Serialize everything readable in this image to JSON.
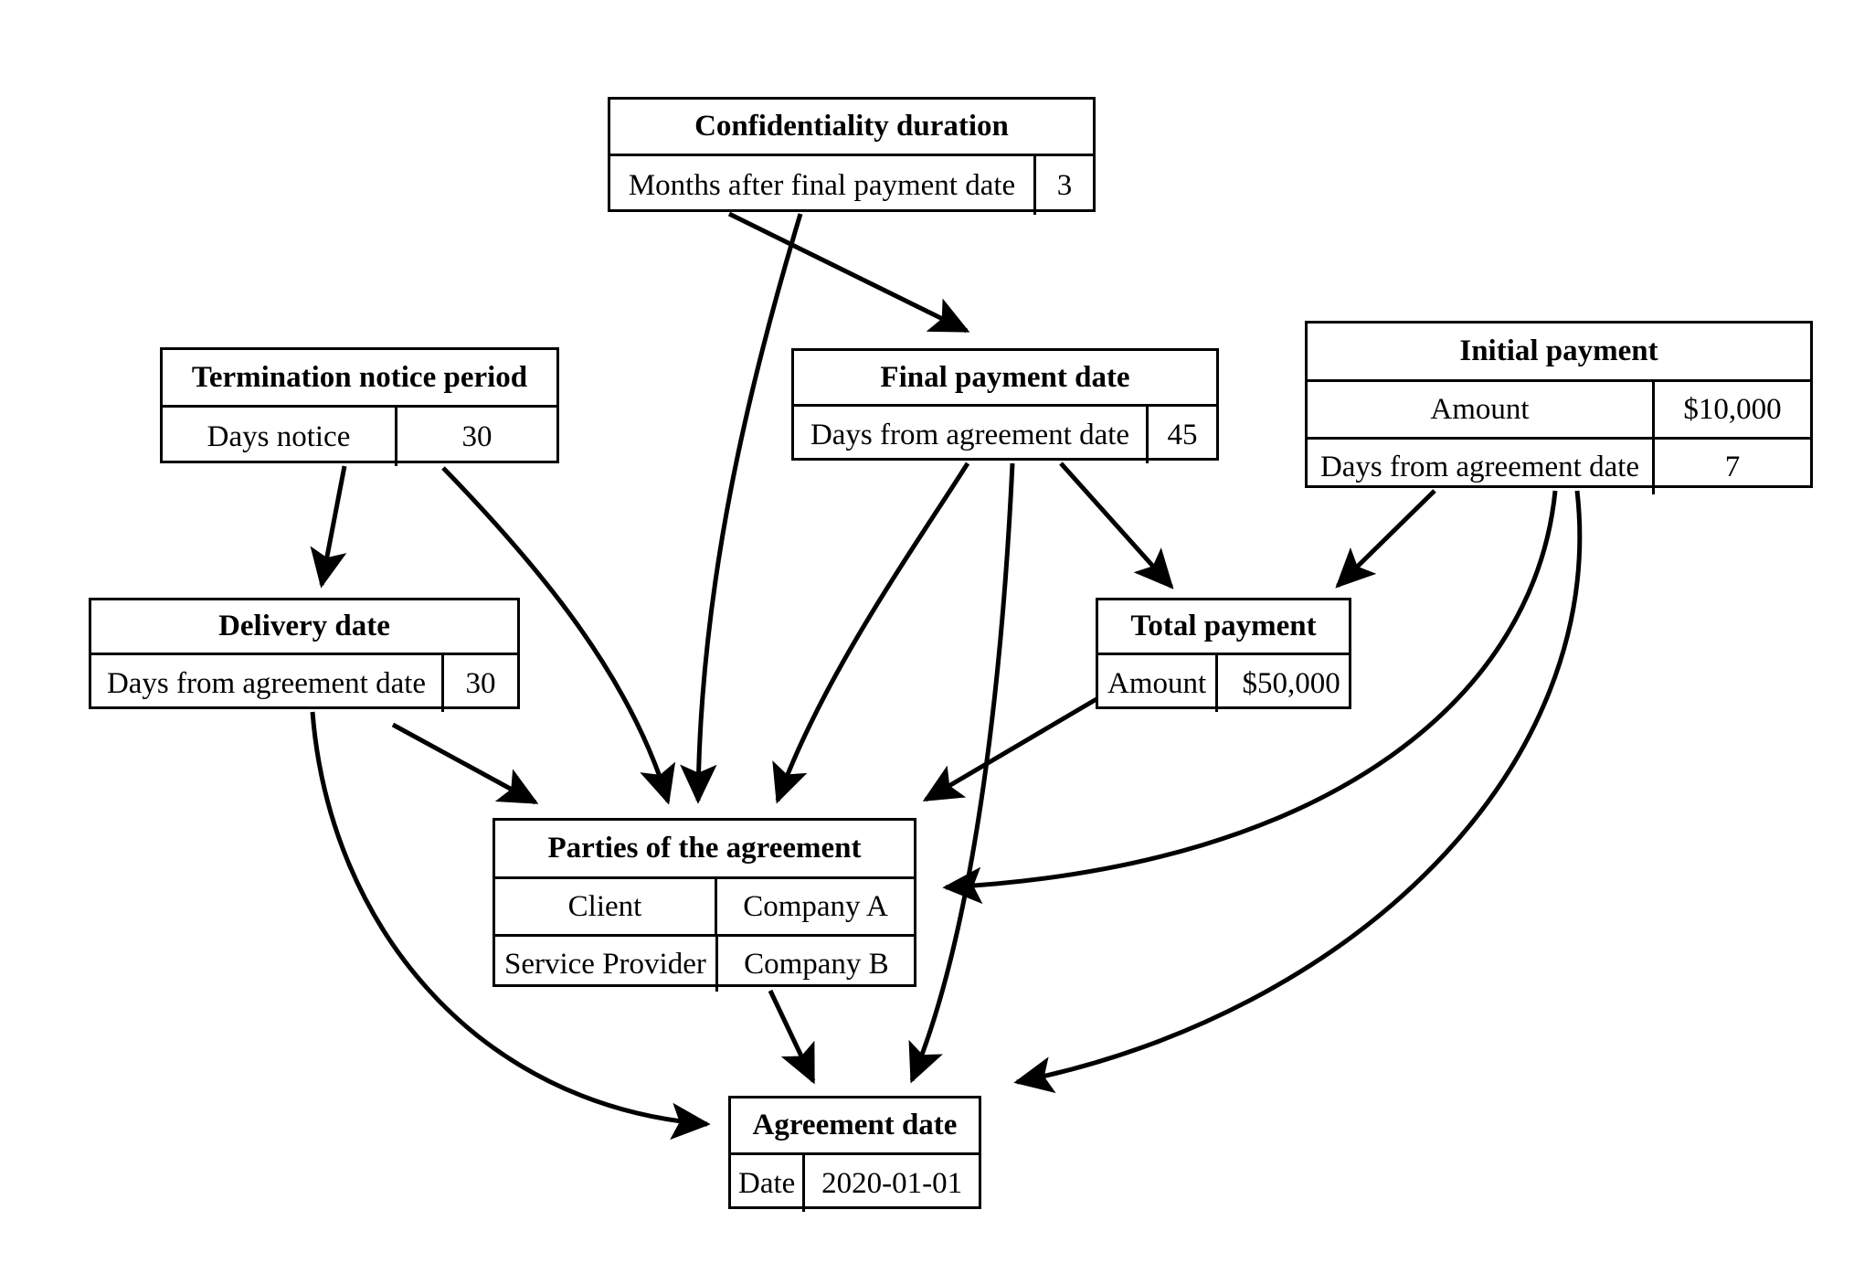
{
  "diagram": {
    "type": "entity-relationship-flow",
    "background": "#ffffff",
    "stroke": "#000000",
    "nodes": [
      {
        "id": "confidentiality-duration",
        "title": "Confidentiality duration",
        "rows": [
          {
            "key": "Months after final payment date",
            "value": "3"
          }
        ]
      },
      {
        "id": "termination-notice-period",
        "title": "Termination notice period",
        "rows": [
          {
            "key": "Days notice",
            "value": "30"
          }
        ]
      },
      {
        "id": "final-payment-date",
        "title": "Final payment date",
        "rows": [
          {
            "key": "Days from agreement date",
            "value": "45"
          }
        ]
      },
      {
        "id": "initial-payment",
        "title": "Initial payment",
        "rows": [
          {
            "key": "Amount",
            "value": "$10,000"
          },
          {
            "key": "Days from agreement date",
            "value": "7"
          }
        ]
      },
      {
        "id": "delivery-date",
        "title": "Delivery date",
        "rows": [
          {
            "key": "Days from agreement date",
            "value": "30"
          }
        ]
      },
      {
        "id": "total-payment",
        "title": "Total payment",
        "rows": [
          {
            "key": "Amount",
            "value": "$50,000"
          }
        ]
      },
      {
        "id": "parties-of-the-agreement",
        "title": "Parties of the agreement",
        "rows": [
          {
            "key": "Client",
            "value": "Company A"
          },
          {
            "key": "Service Provider",
            "value": "Company B"
          }
        ]
      },
      {
        "id": "agreement-date",
        "title": "Agreement date",
        "rows": [
          {
            "key": "Date",
            "value": "2020-01-01"
          }
        ]
      }
    ],
    "edges": [
      {
        "from": "confidentiality-duration",
        "to": "final-payment-date"
      },
      {
        "from": "confidentiality-duration",
        "to": "parties-of-the-agreement"
      },
      {
        "from": "termination-notice-period",
        "to": "delivery-date"
      },
      {
        "from": "termination-notice-period",
        "to": "parties-of-the-agreement"
      },
      {
        "from": "final-payment-date",
        "to": "total-payment"
      },
      {
        "from": "final-payment-date",
        "to": "parties-of-the-agreement"
      },
      {
        "from": "final-payment-date",
        "to": "agreement-date"
      },
      {
        "from": "initial-payment",
        "to": "total-payment"
      },
      {
        "from": "initial-payment",
        "to": "parties-of-the-agreement"
      },
      {
        "from": "initial-payment",
        "to": "agreement-date"
      },
      {
        "from": "delivery-date",
        "to": "parties-of-the-agreement"
      },
      {
        "from": "delivery-date",
        "to": "agreement-date"
      },
      {
        "from": "total-payment",
        "to": "parties-of-the-agreement"
      },
      {
        "from": "parties-of-the-agreement",
        "to": "agreement-date"
      }
    ]
  }
}
